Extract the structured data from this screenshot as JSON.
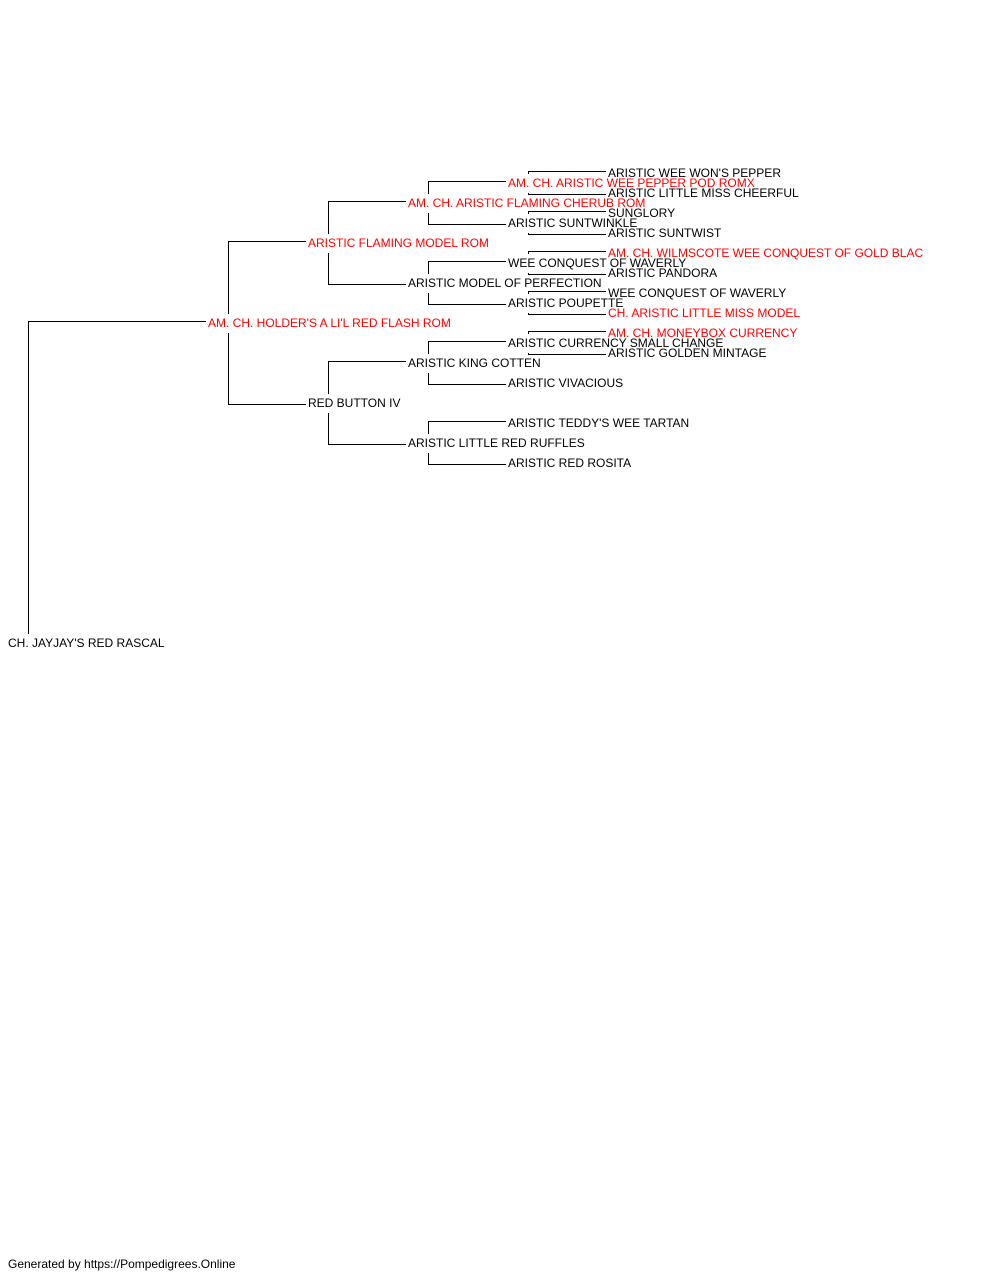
{
  "pedigree": {
    "subject": {
      "name": "CH. JAYJAY'S RED RASCAL",
      "champion": false
    },
    "sire": {
      "name": "AM. CH. HOLDER'S A LI'L RED FLASH ROM",
      "champion": true,
      "sire": {
        "name": "ARISTIC FLAMING MODEL ROM",
        "champion": true,
        "sire": {
          "name": "AM. CH. ARISTIC FLAMING CHERUB ROM",
          "champion": true,
          "sire": {
            "name": "AM. CH. ARISTIC WEE PEPPER POD ROMX",
            "champion": true,
            "sire": {
              "name": "ARISTIC WEE WON'S PEPPER",
              "champion": false
            },
            "dam": {
              "name": "ARISTIC LITTLE MISS CHEERFUL",
              "champion": false
            }
          },
          "dam": {
            "name": "ARISTIC SUNTWINKLE",
            "champion": false,
            "sire": {
              "name": "SUNGLORY",
              "champion": false
            },
            "dam": {
              "name": "ARISTIC SUNTWIST",
              "champion": false
            }
          }
        },
        "dam": {
          "name": "ARISTIC MODEL OF PERFECTION",
          "champion": false,
          "sire": {
            "name": "WEE CONQUEST OF WAVERLY",
            "champion": false,
            "sire": {
              "name": "AM. CH. WILMSCOTE WEE CONQUEST OF GOLD BLAC",
              "champion": true
            },
            "dam": {
              "name": "ARISTIC PANDORA",
              "champion": false
            }
          },
          "dam": {
            "name": "ARISTIC POUPETTE",
            "champion": false,
            "sire": {
              "name": "WEE CONQUEST OF WAVERLY",
              "champion": false
            },
            "dam": {
              "name": "CH. ARISTIC LITTLE MISS MODEL",
              "champion": true
            }
          }
        }
      },
      "dam": {
        "name": "RED BUTTON IV",
        "champion": false,
        "sire": {
          "name": "ARISTIC KING COTTEN",
          "champion": false,
          "sire": {
            "name": "ARISTIC CURRENCY SMALL CHANGE",
            "champion": false,
            "sire": {
              "name": "AM. CH. MONEYBOX CURRENCY",
              "champion": true
            },
            "dam": {
              "name": "ARISTIC GOLDEN MINTAGE",
              "champion": false
            }
          },
          "dam": {
            "name": "ARISTIC VIVACIOUS",
            "champion": false
          }
        },
        "dam": {
          "name": "ARISTIC LITTLE RED RUFFLES",
          "champion": false,
          "sire": {
            "name": "ARISTIC TEDDY'S WEE TARTAN",
            "champion": false
          },
          "dam": {
            "name": "ARISTIC RED ROSITA",
            "champion": false
          }
        }
      }
    }
  },
  "colors": {
    "champion": "#ff0000",
    "normal": "#000000",
    "line": "#000000"
  },
  "footer": "Generated by https://Pompedigrees.Online"
}
